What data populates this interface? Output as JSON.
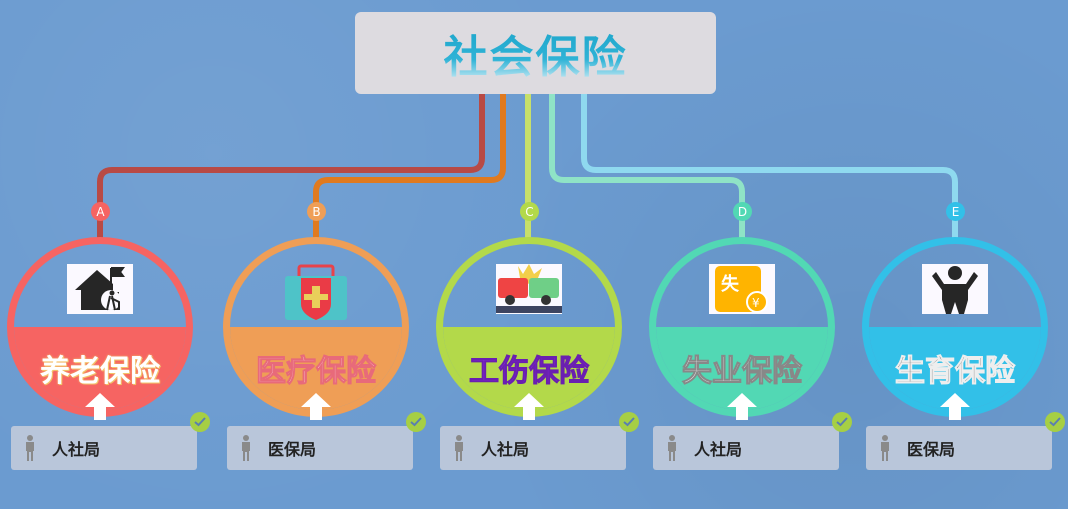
{
  "title": "社会保险",
  "items": [
    {
      "letter": "A",
      "name": "养老保险",
      "agency": "人社局",
      "color": "#f66462",
      "line": "#b84a45",
      "icon": "elderly-home-icon"
    },
    {
      "letter": "B",
      "name": "医疗保险",
      "agency": "医保局",
      "color": "#ef9e56",
      "line": "#e07a1f",
      "icon": "medical-kit-icon"
    },
    {
      "letter": "C",
      "name": "工伤保险",
      "agency": "人社局",
      "color": "#b3d94a",
      "line": "#c7e06a",
      "icon": "car-crash-icon"
    },
    {
      "letter": "D",
      "name": "失业保险",
      "agency": "人社局",
      "color": "#52d8b4",
      "line": "#8fe3c6",
      "icon": "unemployment-yen-icon"
    },
    {
      "letter": "E",
      "name": "生育保险",
      "agency": "医保局",
      "color": "#32c0e8",
      "line": "#8fd9ef",
      "icon": "baby-icon"
    }
  ]
}
